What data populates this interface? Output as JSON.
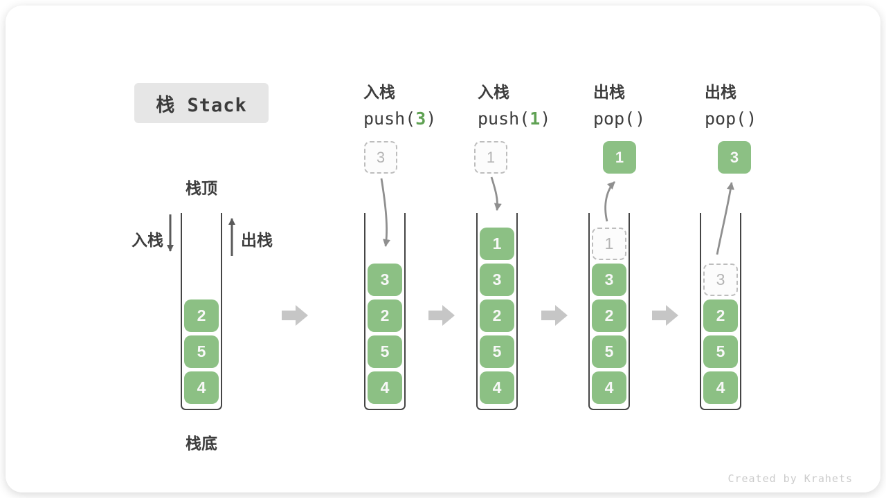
{
  "title": "栈 Stack",
  "labels": {
    "stack_top": "栈顶",
    "stack_bottom": "栈底",
    "push_side": "入栈",
    "pop_side": "出栈"
  },
  "ops": [
    {
      "cn": "入栈",
      "pre": "push(",
      "arg": "3",
      "post": ")"
    },
    {
      "cn": "入栈",
      "pre": "push(",
      "arg": "1",
      "post": ")"
    },
    {
      "cn": "出栈",
      "pre": "pop()",
      "arg": "",
      "post": ""
    },
    {
      "cn": "出栈",
      "pre": "pop()",
      "arg": "",
      "post": ""
    }
  ],
  "states": [
    {
      "items": [
        "2",
        "5",
        "4"
      ]
    },
    {
      "float": "3",
      "items": [
        "3",
        "2",
        "5",
        "4"
      ]
    },
    {
      "float": "1",
      "items": [
        "1",
        "3",
        "2",
        "5",
        "4"
      ]
    },
    {
      "float": "1",
      "items": [
        "1",
        "3",
        "2",
        "5",
        "4"
      ]
    },
    {
      "float": "3",
      "items": [
        "3",
        "2",
        "5",
        "4"
      ]
    }
  ],
  "watermark": "Created by Krahets",
  "colors": {
    "item_green": "#8cc084",
    "code_arg_green": "#5fa153",
    "ghost_gray": "#bdbdbd",
    "step_arrow_gray": "#c6c6c6",
    "transfer_arrow_gray": "#8f8f8f",
    "title_bg": "#e6e6e6",
    "text_dark": "#3d3d3d"
  }
}
